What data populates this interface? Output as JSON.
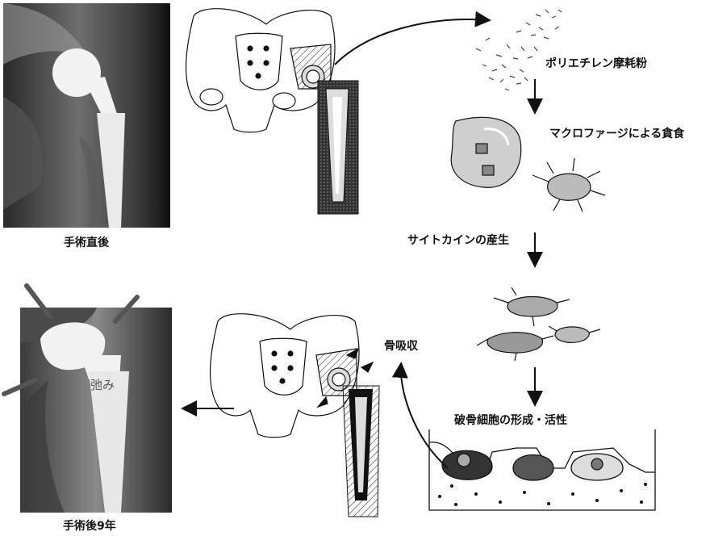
{
  "labels": {
    "post_op": "手術直後",
    "nine_years": "手術後9年",
    "loosening": "弛み",
    "pe_wear": "ポリエチレン摩耗粉",
    "phagocytosis": "マクロファージによる貪食",
    "cytokine": "サイトカインの産生",
    "osteoclast": "破骨細胞の形成・活性",
    "bone_resorption": "骨吸収"
  },
  "colors": {
    "xray_dark": "#1a1a1a",
    "xray_mid": "#7a7a7a",
    "implant": "#e6e6e6",
    "arrow_marker": "#555555",
    "line": "#111111"
  }
}
